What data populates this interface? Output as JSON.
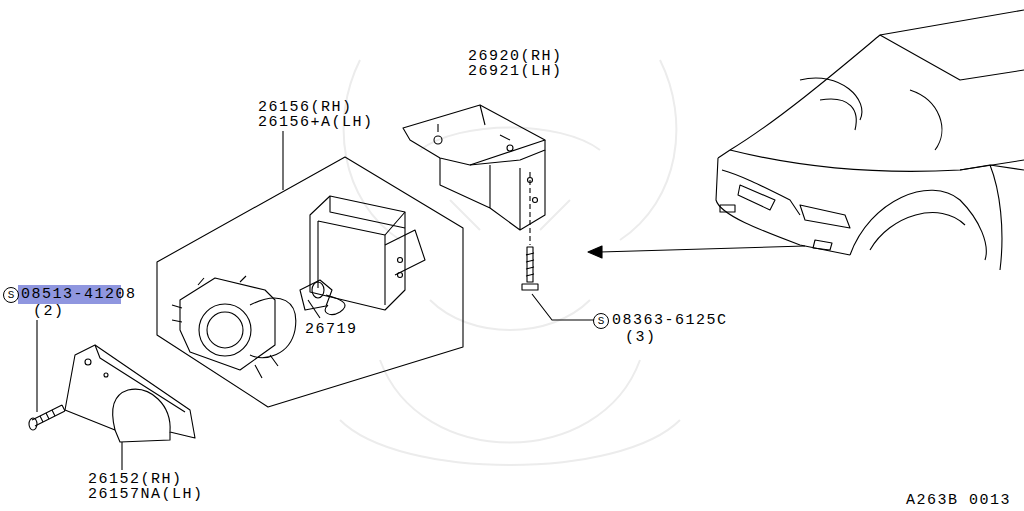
{
  "diagram": {
    "labels": [
      "26920(RH)",
      "26921(LH)",
      "26156(RH)",
      "26156+A(LH)",
      "26719",
      "S",
      "08513-41208",
      "(2)",
      "S",
      "08363-6125C",
      "(3)",
      "26152(RH)",
      "26157NA(LH)",
      "A263B 0013"
    ]
  }
}
